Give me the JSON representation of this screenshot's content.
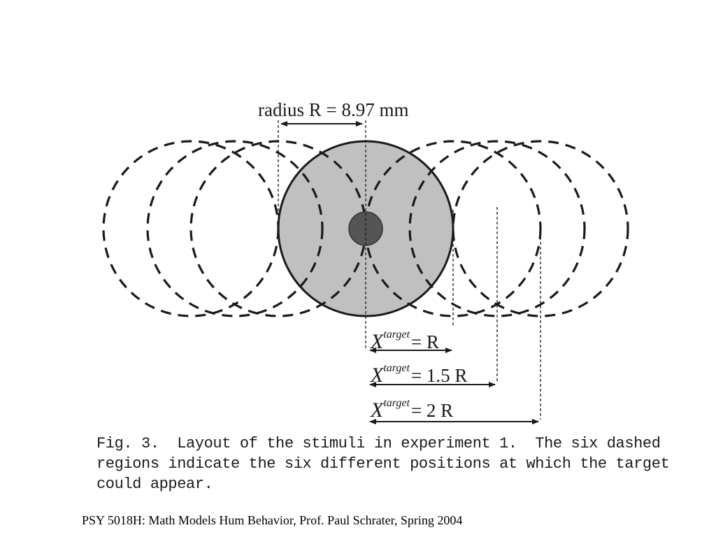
{
  "diagram": {
    "radius_label": "radius R = 8.97 mm",
    "x_symbol": "X",
    "superscript": "target",
    "eq_r": "= R",
    "eq_1_5r": "= 1.5 R",
    "eq_2r": "= 2 R",
    "colors": {
      "target_fill": "#c0c0c0",
      "fixation_fill": "#555555",
      "stroke": "#1a1a1a"
    }
  },
  "caption": {
    "line1": "Fig. 3.  Layout of the stimuli in experiment 1.  The six dashed",
    "line2": "regions indicate the six different positions at which the target",
    "line3": "could appear."
  },
  "footer": "PSY 5018H: Math Models Hum Behavior, Prof. Paul Schrater, Spring 2004"
}
